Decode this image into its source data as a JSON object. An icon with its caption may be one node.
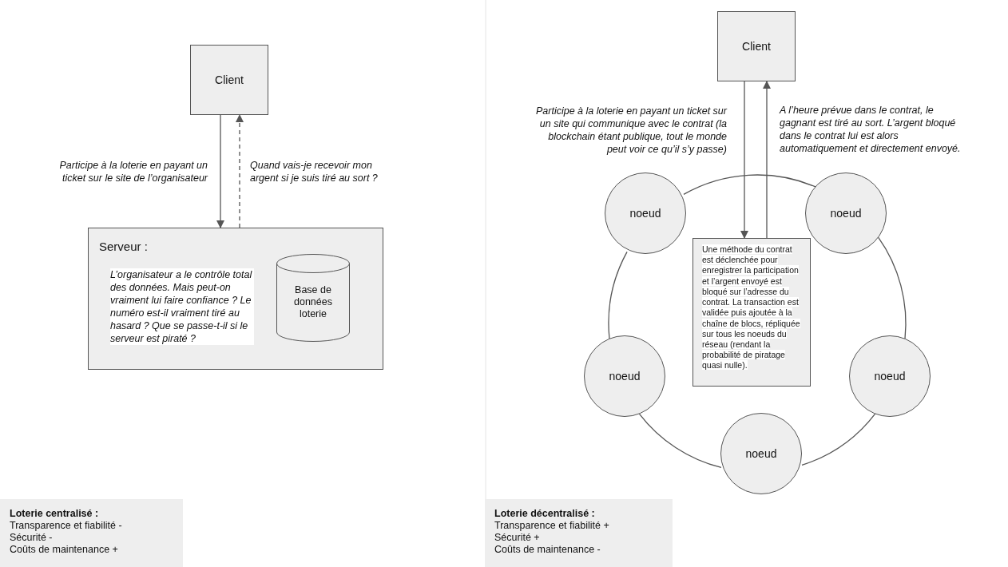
{
  "diagram": {
    "nodes": [
      {
        "text": [
          "Client"
        ]
      },
      {
        "text": [
          "Serveur :",
          "L’organisateur a le contrôle total des données. Mais peut-on vraiment lui faire confiance ? Le numéro est-il vraiment tiré au hasard ? Que se passe-t-il si le serveur est piraté ?"
        ]
      },
      {
        "text": [
          "Base de données loterie"
        ],
        "in": 1
      },
      {
        "text": [
          "Client"
        ]
      },
      {
        "text": [
          "noeud"
        ]
      },
      {
        "text": [
          "noeud"
        ]
      },
      {
        "text": [
          "Une méthode du contrat est déclenchée pour enregistrer la participation et l’argent envoyé est bloqué sur l’adresse du contrat. La transaction est validée puis ajoutée à la chaîne de blocs, répliquée sur tous les noeuds du réseau (rendant la probabilité de piratage quasi nulle)."
        ]
      },
      {
        "text": [
          "noeud"
        ]
      },
      {
        "text": [
          "noeud"
        ]
      },
      {
        "text": [
          "noeud"
        ]
      },
      {
        "text": [
          "Loterie centralisé :",
          "Transparence et fiabilité -",
          "Sécurité -",
          "Coûts de maintenance +"
        ]
      },
      {
        "text": [
          "Loterie décentralisé :",
          "Transparence et fiabilité +",
          "Sécurité +",
          "Coûts de maintenance -"
        ]
      }
    ],
    "edges": [
      {
        "from": 0,
        "to": 1,
        "arrow": "to",
        "label": "Participe à la loterie en payant un ticket sur le site de l’organisateur"
      },
      {
        "from": 1,
        "to": 0,
        "arrow": "to",
        "style": "dashed",
        "label": "Quand vais-je recevoir mon argent si je suis tiré au sort ?"
      },
      {
        "from": 3,
        "to": 6,
        "arrow": "to",
        "label": "Participe à la loterie en payant un ticket sur un site qui communique avec le contrat (la blockchain étant publique, tout le monde peut voir ce qu’il s’y passe)"
      },
      {
        "from": 6,
        "to": 3,
        "arrow": "to",
        "label": "A l’heure prévue dans le contrat, le gagnant est tiré au sort. L’argent bloqué dans le contrat lui est alors automatiquement et directement envoyé."
      },
      {
        "from": 4,
        "to": 5,
        "arrow": "none"
      },
      {
        "from": 5,
        "to": 8,
        "arrow": "none"
      },
      {
        "from": 8,
        "to": 9,
        "arrow": "none"
      },
      {
        "from": 9,
        "to": 7,
        "arrow": "none"
      },
      {
        "from": 7,
        "to": 4,
        "arrow": "none"
      }
    ]
  }
}
